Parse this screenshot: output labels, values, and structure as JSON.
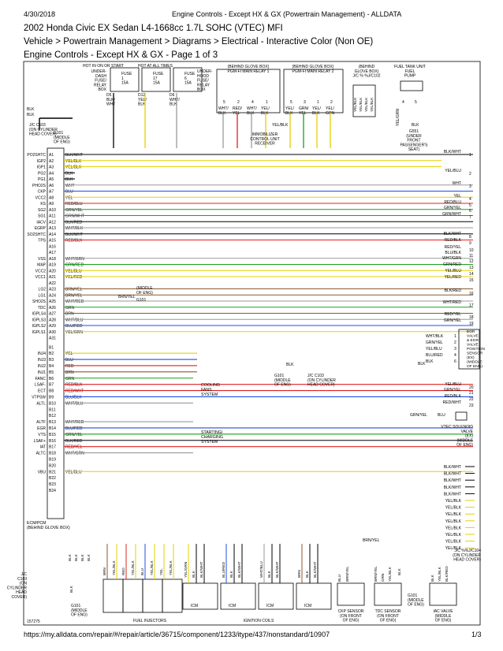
{
  "print_header": {
    "date": "4/30/2018",
    "page_title": "Engine Controls - Except HX & GX (Powertrain Management) - ALLDATA"
  },
  "doc": {
    "vehicle_title": "2002 Honda Civic EX Sedan L4-1668cc 1.7L SOHC (VTEC) MFI",
    "breadcrumb": "Vehicle > Powertrain Management > Diagrams > Electrical - Interactive Color (Non OE)",
    "diagram_title": "Engine Controls - Except HX & GX - Page 1 of 3"
  },
  "footer": {
    "url": "https://my.alldata.com/repair/#/repair/article/36715/component/1233/itype/437/nonstandard/10907",
    "page": "1/3"
  },
  "figure_id": "157275",
  "fuse_box": {
    "hot_label": "HOT IN ON OR START",
    "hot_always": "HOT AT ALL TIMES",
    "underdash": "UNDER-\nDASH\nFUSE/\nRELAY\nBOX",
    "underhood": "UNDER-\nHOOD\nFUSE/\nRELAY\nBOX",
    "fuses": [
      {
        "name": "FUSE\n1\n15A",
        "wire": "D5\nBLK/\nWHT"
      },
      {
        "name": "FUSE\n17\n15A",
        "wire": "D12\nYEL/\nBLK"
      },
      {
        "name": "FUSE\n6\n15A",
        "wire": "D6\nWHT/\nBLK"
      }
    ]
  },
  "relays": {
    "relay1": "(BEHIND GLOVE BOX)\nPGM-FI MAIN RELAY 1",
    "relay2": "(BEHIND GLOVE BOX)\nPGM-FI MAIN RELAY 2",
    "jc": "(BEHIND\nGLOVE BOX)\nJ/C % %J/C102",
    "fuel_pump": "FUEL TANK UNIT\nFUEL\nPUMP",
    "relay1_pins": [
      {
        "n": "5",
        "w": "WHT/\nBLK"
      },
      {
        "n": "2",
        "w": "RED/\nYEL"
      },
      {
        "n": "4",
        "w": "WHT/\nBLK"
      },
      {
        "n": "1",
        "w": "YEL/\nBLK"
      }
    ],
    "relay2_pins": [
      {
        "n": "5",
        "w": "YEL/\nBLK"
      },
      {
        "n": "3",
        "w": "GRN/\nYEL"
      },
      {
        "n": "1",
        "w": "YEL/\nBLK"
      },
      {
        "n": "2",
        "w": "YEL/\nGRN"
      }
    ],
    "jc_pins": [
      "YEL/BLK",
      "YEL/BLK",
      "YEL/BLK",
      "YEL/BLK"
    ],
    "pump_pins": [
      {
        "n": "4",
        "w": "YEL/GRN"
      },
      {
        "n": "5",
        "w": "BLK"
      }
    ],
    "immobilizer": "IMMOBILIZER\nCONTROL UNIT\nRECEIVER",
    "immobilizer_wire": "YEL/BLK",
    "g551": "G551\n(UNDER\nFRONT\nPASSENGER'S\nSEAT)"
  },
  "left_connectors": {
    "jc103": "J/C C103\n(ON CYLINDER\nHEAD COVER)",
    "g101_top": "G101\n(MIDDLE\nOF ENG)",
    "blk": "BLK",
    "ecm": "ECM/PCM\n(BEHIND GLOVE BOX)",
    "g101_bottom": "G101\n(MIDDLE\nOF ENG)",
    "jc_bottom": "J/C\nC103\n(ON\nCYLINDER\nHEAD\nCOVER)"
  },
  "pins_a": [
    {
      "func": "PO2SHTC",
      "pin": "A1",
      "wire": "BLK/WHT"
    },
    {
      "func": "IGP2",
      "pin": "A2",
      "wire": "YEL/BLK"
    },
    {
      "func": "IGP1",
      "pin": "A3",
      "wire": "YEL/BLK"
    },
    {
      "func": "PG2",
      "pin": "A4",
      "wire": "BLK"
    },
    {
      "func": "PG1",
      "pin": "A5",
      "wire": "BLK"
    },
    {
      "func": "PHO2S",
      "pin": "A6",
      "wire": "WHT"
    },
    {
      "func": "CKP",
      "pin": "A7",
      "wire": "BLU"
    },
    {
      "func": "VCC2",
      "pin": "A8",
      "wire": "YEL"
    },
    {
      "func": "KS",
      "pin": "A9",
      "wire": "RED/BLU"
    },
    {
      "func": "SG2",
      "pin": "A10",
      "wire": "GRN/YEL"
    },
    {
      "func": "SG1",
      "pin": "A11",
      "wire": "GRN/WHT"
    },
    {
      "func": "IACV",
      "pin": "A12",
      "wire": "BLK/RED"
    },
    {
      "func": "EGRP",
      "pin": "A13",
      "wire": "WHT/BLK"
    },
    {
      "func": "SO2SHTC",
      "pin": "A14",
      "wire": "BLK/WHT"
    },
    {
      "func": "TPS",
      "pin": "A15",
      "wire": "RED/BLK"
    },
    {
      "func": "",
      "pin": "A16",
      "wire": ""
    },
    {
      "func": "",
      "pin": "A17",
      "wire": ""
    },
    {
      "func": "VSS",
      "pin": "A18",
      "wire": "WHT/GRN"
    },
    {
      "func": "MAP",
      "pin": "A19",
      "wire": "GRN/RED"
    },
    {
      "func": "VCC2",
      "pin": "A20",
      "wire": "YEL/BLU"
    },
    {
      "func": "VCC1",
      "pin": "A21",
      "wire": "YEL/RED"
    },
    {
      "func": "",
      "pin": "A22",
      "wire": ""
    },
    {
      "func": "LG2",
      "pin": "A23",
      "wire": "BRN/YEL"
    },
    {
      "func": "LG1",
      "pin": "A24",
      "wire": "BRN/YEL"
    },
    {
      "func": "SHO2S",
      "pin": "A25",
      "wire": "WHT/RED"
    },
    {
      "func": "TDC",
      "pin": "A26",
      "wire": "GRN"
    },
    {
      "func": "IGPLS4",
      "pin": "A27",
      "wire": "BRN"
    },
    {
      "func": "IGPLS3",
      "pin": "A28",
      "wire": "WHT/BLU"
    },
    {
      "func": "IGPLS2",
      "pin": "A29",
      "wire": "BLU/RED"
    },
    {
      "func": "IGPLS1",
      "pin": "A30",
      "wire": "YEL/GRN"
    },
    {
      "func": "",
      "pin": "A31",
      "wire": ""
    }
  ],
  "pins_b": [
    {
      "func": "",
      "pin": "B1",
      "wire": ""
    },
    {
      "func": "INJ4",
      "pin": "B2",
      "wire": "YEL"
    },
    {
      "func": "INJ3",
      "pin": "B3",
      "wire": "BLU"
    },
    {
      "func": "INJ2",
      "pin": "B4",
      "wire": "RED"
    },
    {
      "func": "INJ1",
      "pin": "B5",
      "wire": "BRN"
    },
    {
      "func": "FANC",
      "pin": "B6",
      "wire": "GRN"
    },
    {
      "func": "LSAF-",
      "pin": "B7",
      "wire": "RED/BLK"
    },
    {
      "func": "ECT",
      "pin": "B8",
      "wire": "RED/WHT"
    },
    {
      "func": "VTPSW",
      "pin": "B9",
      "wire": "BLU/BLK"
    },
    {
      "func": "ALTL",
      "pin": "B10",
      "wire": "WHT/BLU"
    },
    {
      "func": "",
      "pin": "B11",
      "wire": ""
    },
    {
      "func": "",
      "pin": "B12",
      "wire": ""
    },
    {
      "func": "ALTF",
      "pin": "B13",
      "wire": "WHT/RED"
    },
    {
      "func": "EGR",
      "pin": "B14",
      "wire": "BLU/RED"
    },
    {
      "func": "VTS",
      "pin": "B15",
      "wire": "GRN/YEL"
    },
    {
      "func": "LSAF+",
      "pin": "B16",
      "wire": "BLK/RED"
    },
    {
      "func": "IAT",
      "pin": "B17",
      "wire": "RED/YEL"
    },
    {
      "func": "ALTC",
      "pin": "B18",
      "wire": "WHT/GRN"
    },
    {
      "func": "",
      "pin": "B19",
      "wire": ""
    },
    {
      "func": "",
      "pin": "B20",
      "wire": ""
    },
    {
      "func": "VBU",
      "pin": "B21",
      "wire": "YEL/BLU"
    },
    {
      "func": "",
      "pin": "B22",
      "wire": ""
    },
    {
      "func": "",
      "pin": "B23",
      "wire": ""
    },
    {
      "func": "",
      "pin": "B24",
      "wire": ""
    }
  ],
  "middle": {
    "g101_label": "(MIDDLE\nOF ENG)\nG101",
    "brn_yel": "BRN/YEL",
    "cooling": "COOLING\nFANS\nSYSTEM",
    "starting": "STARTING/\nCHARGING\nSYSTEM",
    "g101_mid": "G101\n(MIDDLE\nOF ENG)",
    "jc103_mid": "J/C C103\n(ON CYLINDER\nHEAD COVER)",
    "blk": "BLK"
  },
  "right_side": {
    "refs": [
      {
        "wire": "BLK/WHT",
        "n": "1"
      },
      {
        "wire": "YEL/BLU",
        "n": "2"
      },
      {
        "wire": "WHT",
        "n": "3"
      },
      {
        "wire": "YEL",
        "n": "4"
      },
      {
        "wire": "RED/BLU",
        "n": "5"
      },
      {
        "wire": "GRN/YEL",
        "n": "6"
      },
      {
        "wire": "GRN/WHT",
        "n": "7"
      },
      {
        "wire": "BLK/WHT",
        "n": "8"
      },
      {
        "wire": "RED/BLK",
        "n": "9"
      },
      {
        "wire": "RED/YEL",
        "n": "10"
      },
      {
        "wire": "BLU/BLK",
        "n": "11"
      },
      {
        "wire": "WHT/GRN",
        "n": "12"
      },
      {
        "wire": "GRN/RED",
        "n": "13"
      },
      {
        "wire": "YEL/BLU",
        "n": "14"
      },
      {
        "wire": "YEL/RED",
        "n": "15"
      },
      {
        "wire": "BLK/RED",
        "n": "16"
      },
      {
        "wire": "WHT/RED",
        "n": "17"
      },
      {
        "wire": "RED/YEL",
        "n": "18"
      },
      {
        "wire": "GRN/YEL",
        "n": "19"
      },
      {
        "wire": "YEL/BLU",
        "n": "20"
      },
      {
        "wire": "GRN/YEL",
        "n": "21"
      },
      {
        "wire": "RED/BLK",
        "n": "22"
      },
      {
        "wire": "RED/WHT",
        "n": "23"
      }
    ],
    "egr_valve": "EGR\nVALVE\n& EGR\nVALVE\nPOSITION\nSENSOR\n(EX)\n(MIDDLE\nOF ENG)",
    "egr_pins": [
      {
        "w": "WHT/BLK",
        "n": "1"
      },
      {
        "w": "GRN/YEL",
        "n": "2"
      },
      {
        "w": "YEL/BLU",
        "n": "3"
      },
      {
        "w": "BLU/RED",
        "n": "4"
      },
      {
        "w": "BLK",
        "n": "6"
      }
    ],
    "vtec": "VTEC SOLENOID\nVALVE\n(EX)\n(MIDDLE\nOF ENG)",
    "vtec_wires": {
      "left": "GRN/YEL",
      "right": "BLU"
    },
    "bottom_list": [
      "BLK/WHT",
      "BLK/WHT",
      "BLK/WHT",
      "BLK/WHT",
      "BLK/WHT",
      "YEL/BLK",
      "YEL/BLK",
      "YEL/BLK",
      "YEL/BLK",
      "YEL/BLK",
      "YEL/BLK",
      "YEL/BLK",
      "YEL/BLK"
    ],
    "jc_right": "J/C %%J/C104\n(ON CYLINDER\nHEAD COVER)",
    "brn_yel": "BRN/YEL"
  },
  "bottom": {
    "fuel_injectors": "FUEL INJECTORS",
    "ignition_coils": "IGNITION COILS",
    "icm": "ICM",
    "ckp": "CKP SENSOR\n(ON FRONT\nOF ENG)",
    "tdc": "TDC SENSOR\n(ON FRONT\nOF ENG)",
    "g101": "G101\n(MIDDLE\nOF ENG)",
    "iac": "IAC VALVE\n(MIDDLE\nOF ENG)",
    "injector_wires": [
      "BRN",
      "YEL/BLK",
      "RED",
      "YEL/BLK",
      "BLU",
      "YEL/BLK",
      "YEL",
      "YEL/BLK"
    ],
    "coil_wires": [
      [
        "YEL/GRN",
        "BLK",
        "BLK/WHT"
      ],
      [
        "BLU/RED",
        "BLK",
        "BLK/WHT"
      ],
      [
        "WHT/BLU",
        "BLK",
        "BLK/WHT"
      ],
      [
        "BRN",
        "BLK",
        "BLK/WHT"
      ]
    ],
    "ckp_wires": [
      "BLU",
      "BRN/YEL"
    ],
    "tdc_wires": [
      "BRN/YEL",
      "GRN",
      "YEL/BLK"
    ],
    "iac_wires": [
      "BLK",
      "YEL/BLK",
      "BLK/RED"
    ],
    "g101_wire": "BLK",
    "left_wires": [
      "BLK",
      "BLK",
      "BLK",
      "BLK"
    ]
  },
  "colors": {
    "BLK": "#000000",
    "WHT": "#bfbfbf",
    "YEL": "#e6d000",
    "BLU": "#1f4fe0",
    "RED": "#e02020",
    "GRN": "#1e9e1e",
    "BRN": "#8a5a2b"
  }
}
